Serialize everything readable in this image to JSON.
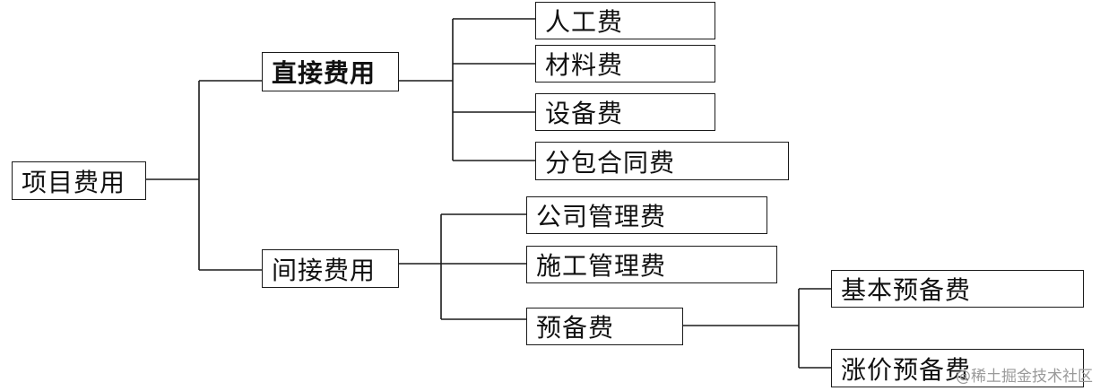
{
  "diagram": {
    "root": "项目费用",
    "direct": "直接费用",
    "indirect": "间接费用",
    "labor": "人工费",
    "material": "材料费",
    "equipment": "设备费",
    "subcontract": "分包合同费",
    "company_mgmt": "公司管理费",
    "construction_mgmt": "施工管理费",
    "reserve": "预备费",
    "basic_reserve": "基本预备费",
    "price_reserve": "涨价预备费"
  },
  "watermark": "@稀土掘金技术社区"
}
